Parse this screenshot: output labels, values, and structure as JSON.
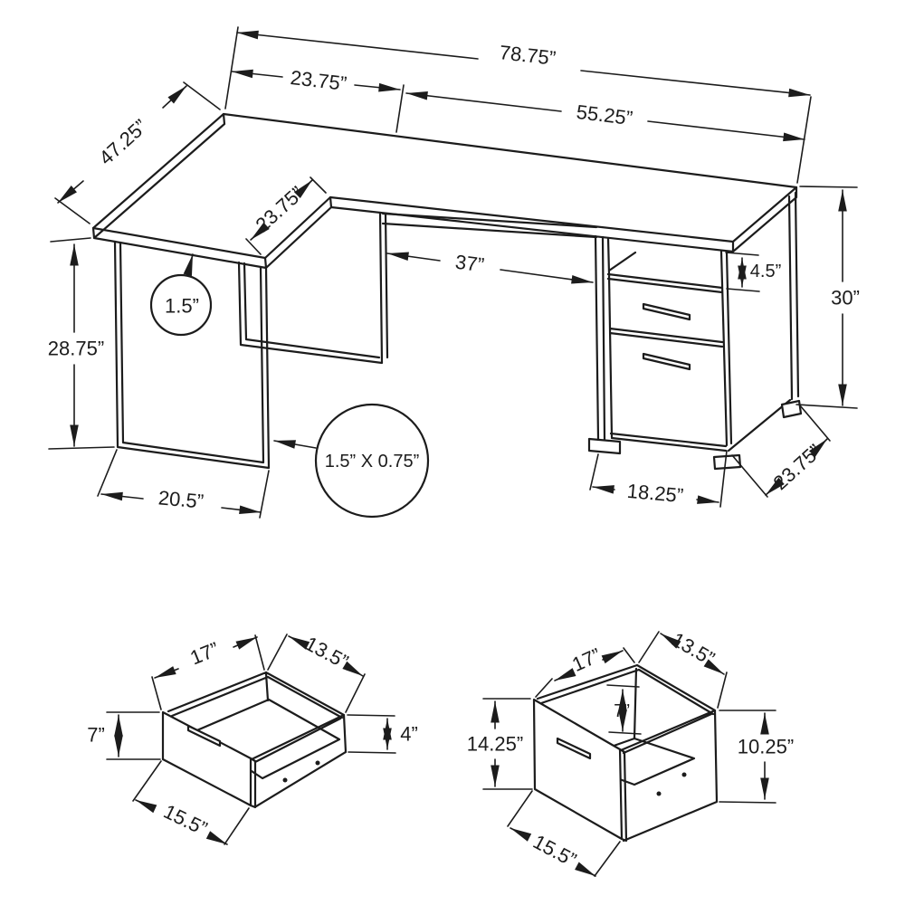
{
  "colors": {
    "background": "#ffffff",
    "line": "#1c1c1c"
  },
  "desk": {
    "labels": {
      "overall_width": "78.75”",
      "left_section_width": "23.75”",
      "right_section_width": "55.25”",
      "return_length": "47.25”",
      "return_depth": "23.75”",
      "left_height": "28.75”",
      "top_thickness": "1.5”",
      "leg_tube_size": "1.5” X 0.75”",
      "knee_opening": "37”",
      "cubby_height": "4.5”",
      "right_height": "30”",
      "leg_base_width": "20.5”",
      "pedestal_width": "18.25”",
      "side_depth": "23.75”"
    }
  },
  "small_drawer": {
    "labels": {
      "depth": "17”",
      "width": "13.5”",
      "front_height": "7”",
      "side_height": "4”",
      "bottom_width": "15.5”"
    }
  },
  "large_drawer": {
    "labels": {
      "depth": "17”",
      "width": "13.5”",
      "inner_height": "7”",
      "front_height": "14.25”",
      "side_height": "10.25”",
      "bottom_width": "15.5”"
    }
  }
}
